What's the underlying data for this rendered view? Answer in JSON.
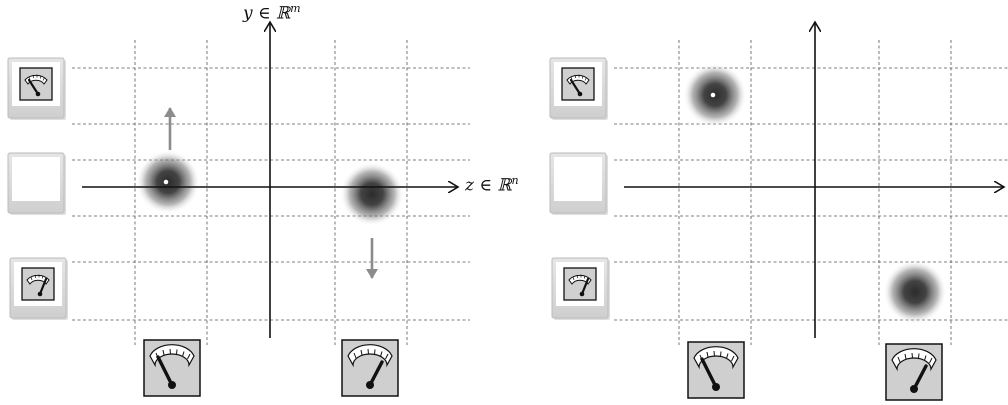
{
  "axes": {
    "y_label": "y ∈ ℝ",
    "y_sup": "m",
    "x_label": "z ∈ ℝ",
    "x_sup": "n"
  },
  "panels": [
    {
      "name": "left",
      "blobs": [
        {
          "id": "blob-1",
          "has_dot": true,
          "arrow": "up"
        },
        {
          "id": "blob-2",
          "has_dot": false,
          "arrow": "down"
        }
      ],
      "y_frames": [
        "gauge-left",
        "blank",
        "gauge-mid"
      ],
      "x_frames": [
        "gauge-left",
        "gauge-mid"
      ]
    },
    {
      "name": "right",
      "blobs": [
        {
          "id": "blob-1",
          "has_dot": true,
          "arrow": "none"
        },
        {
          "id": "blob-2",
          "has_dot": false,
          "arrow": "none"
        }
      ],
      "y_frames": [
        "gauge-left",
        "blank",
        "gauge-mid"
      ],
      "x_frames": [
        "gauge-left",
        "gauge-mid"
      ]
    }
  ],
  "colors": {
    "axis": "#111111",
    "grid": "#555555",
    "arrow": "#8c8c8c",
    "frame_fill": "#d9d9d9",
    "blob_core": "#2b2b2b"
  }
}
